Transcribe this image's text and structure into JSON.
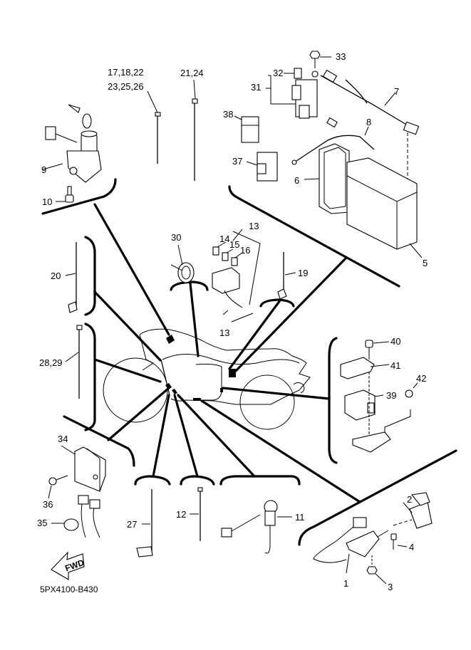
{
  "diagram": {
    "title_code": "5PX4100-B430",
    "direction_arrow": "FWD",
    "callouts": {
      "p1": "1",
      "p2": "2",
      "p3": "3",
      "p4": "4",
      "p5": "5",
      "p6": "6",
      "p7": "7",
      "p8": "8",
      "p9": "9",
      "p10": "10",
      "p11": "11",
      "p12": "12",
      "p13a": "13",
      "p13b": "13",
      "p14": "14",
      "p15": "15",
      "p16": "16",
      "p17_line1": "17,18,22",
      "p17_line2": "23,25,26",
      "p19": "19",
      "p20": "20",
      "p21": "21,24",
      "p27": "27",
      "p28": "28,29",
      "p30": "30",
      "p31": "31",
      "p32": "32",
      "p33": "33",
      "p34": "34",
      "p35": "35",
      "p36": "36",
      "p37": "37",
      "p38": "38",
      "p39": "39",
      "p40": "40",
      "p41": "41",
      "p42": "42"
    },
    "parts": [
      {
        "id": "main-switch",
        "callout": "9"
      },
      {
        "id": "main-switch-bolt",
        "callout": "10"
      },
      {
        "id": "battery",
        "callout": "5"
      },
      {
        "id": "battery-cover",
        "callout": "6"
      },
      {
        "id": "positive-cable",
        "callout": "7"
      },
      {
        "id": "negative-cable",
        "callout": "8"
      },
      {
        "id": "starter-relay",
        "callout": "31"
      },
      {
        "id": "starter-relay-cover",
        "callout": "32"
      },
      {
        "id": "relay-bolt",
        "callout": "33"
      },
      {
        "id": "relay-38",
        "callout": "38"
      },
      {
        "id": "relay-37",
        "callout": "37"
      },
      {
        "id": "fuse-box",
        "callout": "13"
      },
      {
        "id": "fuses",
        "callout": "14,15,16"
      },
      {
        "id": "cable-tie-top-left",
        "callout": "17,18,22,23,25,26"
      },
      {
        "id": "cable-tie-top-right",
        "callout": "21,24"
      },
      {
        "id": "band-19",
        "callout": "19"
      },
      {
        "id": "band-20",
        "callout": "20"
      },
      {
        "id": "cable-tie-28",
        "callout": "28,29"
      },
      {
        "id": "clamp-30",
        "callout": "30"
      },
      {
        "id": "sensor-39",
        "callout": "39"
      },
      {
        "id": "screw-40",
        "callout": "40"
      },
      {
        "id": "cover-41",
        "callout": "41"
      },
      {
        "id": "clamp-42",
        "callout": "42"
      },
      {
        "id": "ignitor-unit",
        "callout": "34"
      },
      {
        "id": "clamp-35",
        "callout": "35"
      },
      {
        "id": "bolt-36",
        "callout": "36"
      },
      {
        "id": "band-27",
        "callout": "27"
      },
      {
        "id": "cable-tie-12",
        "callout": "12"
      },
      {
        "id": "brake-switch",
        "callout": "11"
      },
      {
        "id": "handle-switch",
        "callout": "1"
      },
      {
        "id": "switch-cover",
        "callout": "2"
      },
      {
        "id": "nut-3",
        "callout": "3"
      },
      {
        "id": "bolt-4",
        "callout": "4"
      }
    ]
  }
}
